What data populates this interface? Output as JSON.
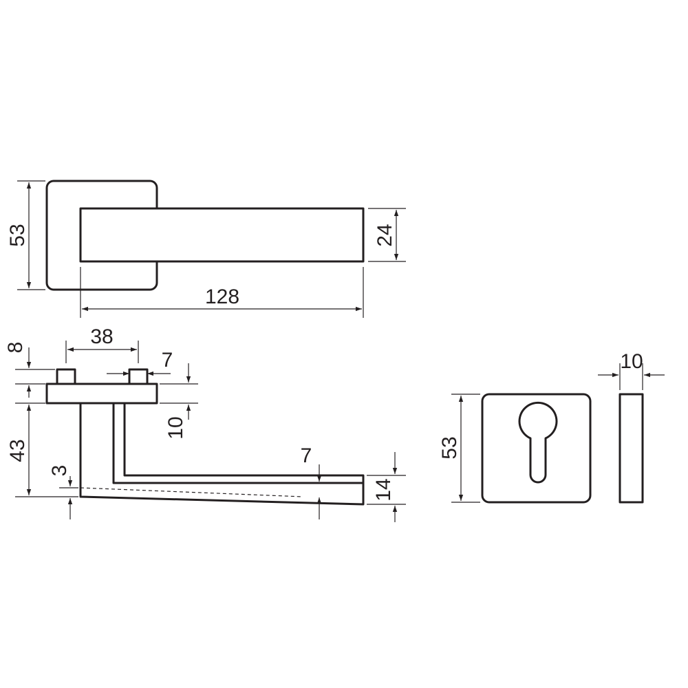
{
  "front_view": {
    "rose_height": "53",
    "lever_height": "24",
    "lever_length": "128"
  },
  "side_view": {
    "pin_spacing": "38",
    "pin_width": "7",
    "pin_height": "8",
    "base_thickness": "10",
    "handle_offset": "43",
    "taper": "3",
    "grip_thickness": "7",
    "grip_end": "14"
  },
  "escutcheon_view": {
    "plate_height": "53",
    "plate_thickness": "10"
  }
}
